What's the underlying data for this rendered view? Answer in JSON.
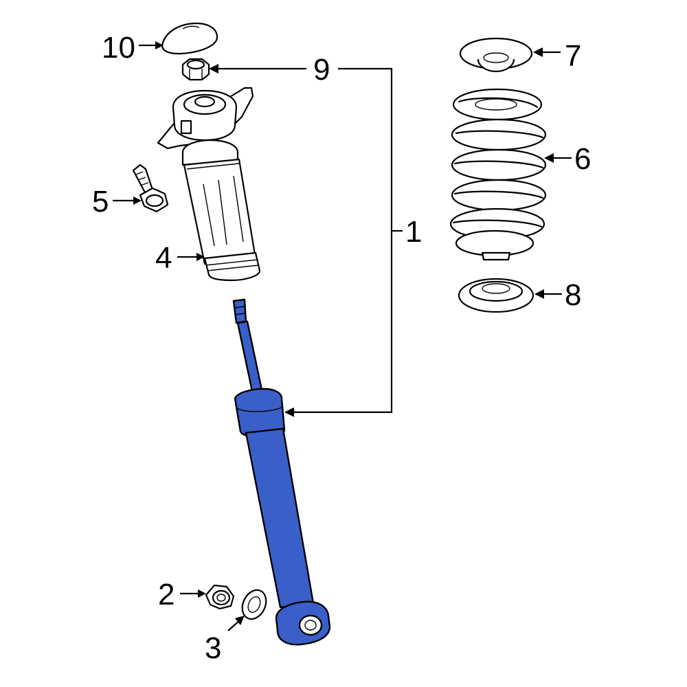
{
  "callouts": {
    "c1": "1",
    "c2": "2",
    "c3": "3",
    "c4": "4",
    "c5": "5",
    "c6": "6",
    "c7": "7",
    "c8": "8",
    "c9": "9",
    "c10": "10"
  },
  "colors": {
    "highlight": "#3a5fc8",
    "line": "#000000",
    "background": "#ffffff"
  }
}
